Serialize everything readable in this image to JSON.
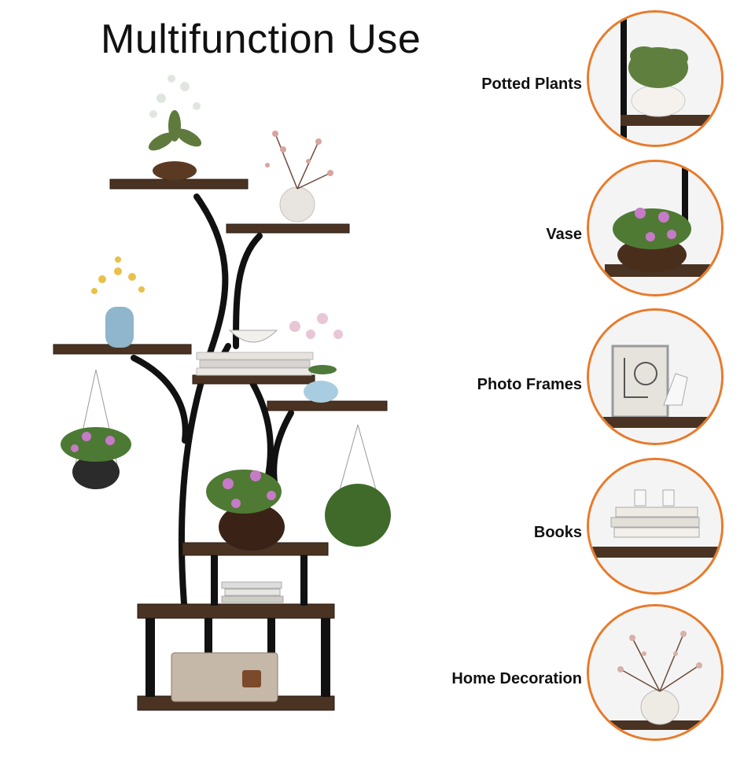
{
  "title": "Multifunction Use",
  "features": [
    {
      "label": "Potted Plants",
      "icon": "potted-plant-icon"
    },
    {
      "label": "Vase",
      "icon": "vase-icon"
    },
    {
      "label": "Photo Frames",
      "icon": "photo-frame-icon"
    },
    {
      "label": "Books",
      "icon": "books-icon"
    },
    {
      "label": "Home Decoration",
      "icon": "home-decoration-icon"
    }
  ],
  "colors": {
    "accent": "#e87a2a",
    "wood": "#4a3322",
    "metal": "#111111"
  }
}
